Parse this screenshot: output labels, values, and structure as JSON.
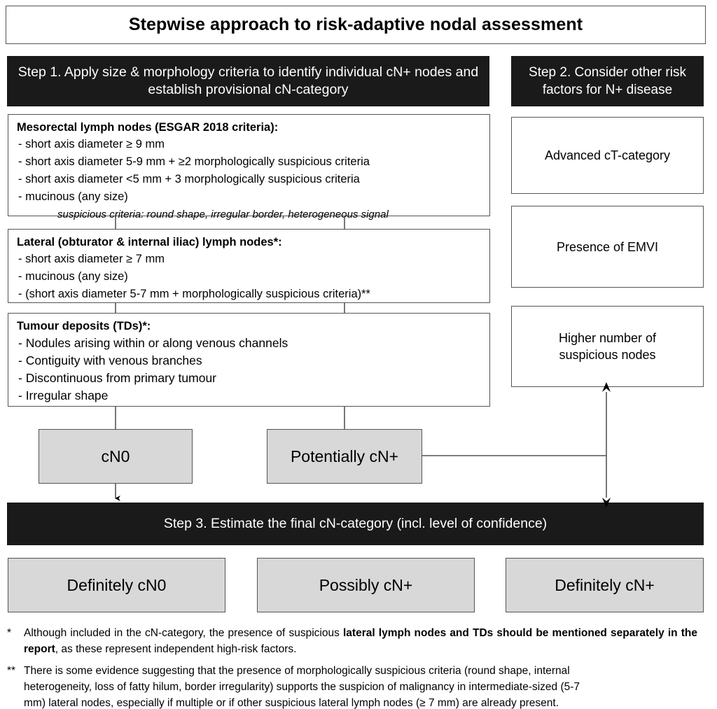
{
  "title": "Stepwise approach to risk-adaptive nodal assessment",
  "steps": {
    "step1_header": "Step 1. Apply size & morphology criteria to identify individual cN+ nodes and establish provisional cN-category",
    "step2_header": "Step 2. Consider other risk factors for N+ disease",
    "step3_header": "Step 3. Estimate the final cN-category (incl. level of confidence)"
  },
  "criteria_boxes": [
    {
      "heading": "Mesorectal lymph nodes (ESGAR 2018 criteria):",
      "items": [
        "- short axis diameter ≥ 9 mm",
        "- short axis diameter 5-9 mm + ≥2 morphologically suspicious criteria",
        "- short axis diameter <5 mm  + 3   morphologically suspicious criteria",
        "- mucinous (any size)"
      ],
      "note": "suspicious criteria: round shape, irregular border, heterogeneous signal"
    },
    {
      "heading": "Lateral (obturator & internal iliac) lymph nodes*:",
      "items": [
        "- short axis diameter ≥ 7 mm",
        "- mucinous (any size)",
        "- (short axis diameter 5-7 mm + morphologically suspicious criteria)**"
      ],
      "note": ""
    },
    {
      "heading": "Tumour deposits (TDs)*:",
      "items": [
        "- Nodules arising within or along venous channels",
        "- Contiguity with venous branches",
        "- Discontinuous from primary tumour",
        "- Irregular shape"
      ],
      "note": ""
    }
  ],
  "risk_factors": [
    "Advanced cT-category",
    "Presence of EMVI",
    "Higher number of\nsuspicious nodes"
  ],
  "provisional_nodes": [
    "cN0",
    "Potentially cN+"
  ],
  "outcomes": [
    "Definitely cN0",
    "Possibly cN+",
    "Definitely cN+"
  ],
  "footnotes": {
    "one": {
      "marker": "*",
      "part1": "Although included in the cN-category, the presence of suspicious ",
      "bold1": "lateral lymph nodes and TDs should be mentioned separately in the report",
      "part2": ", as these represent independent high-risk factors."
    },
    "two": {
      "marker": "**",
      "line1": "There is some evidence suggesting that the presence of morphologically suspicious criteria (round shape, internal",
      "line2": "heterogeneity, loss of fatty hilum, border irregularity) supports the suspicion of malignancy in intermediate-sized (5-7",
      "line3": "mm) lateral nodes, especially if  multiple or if other suspicious lateral lymph nodes (≥ 7 mm) are already present."
    }
  },
  "colors": {
    "header_black": "#1a1a1a",
    "node_grey": "#d8d8d8",
    "border": "#555555"
  }
}
